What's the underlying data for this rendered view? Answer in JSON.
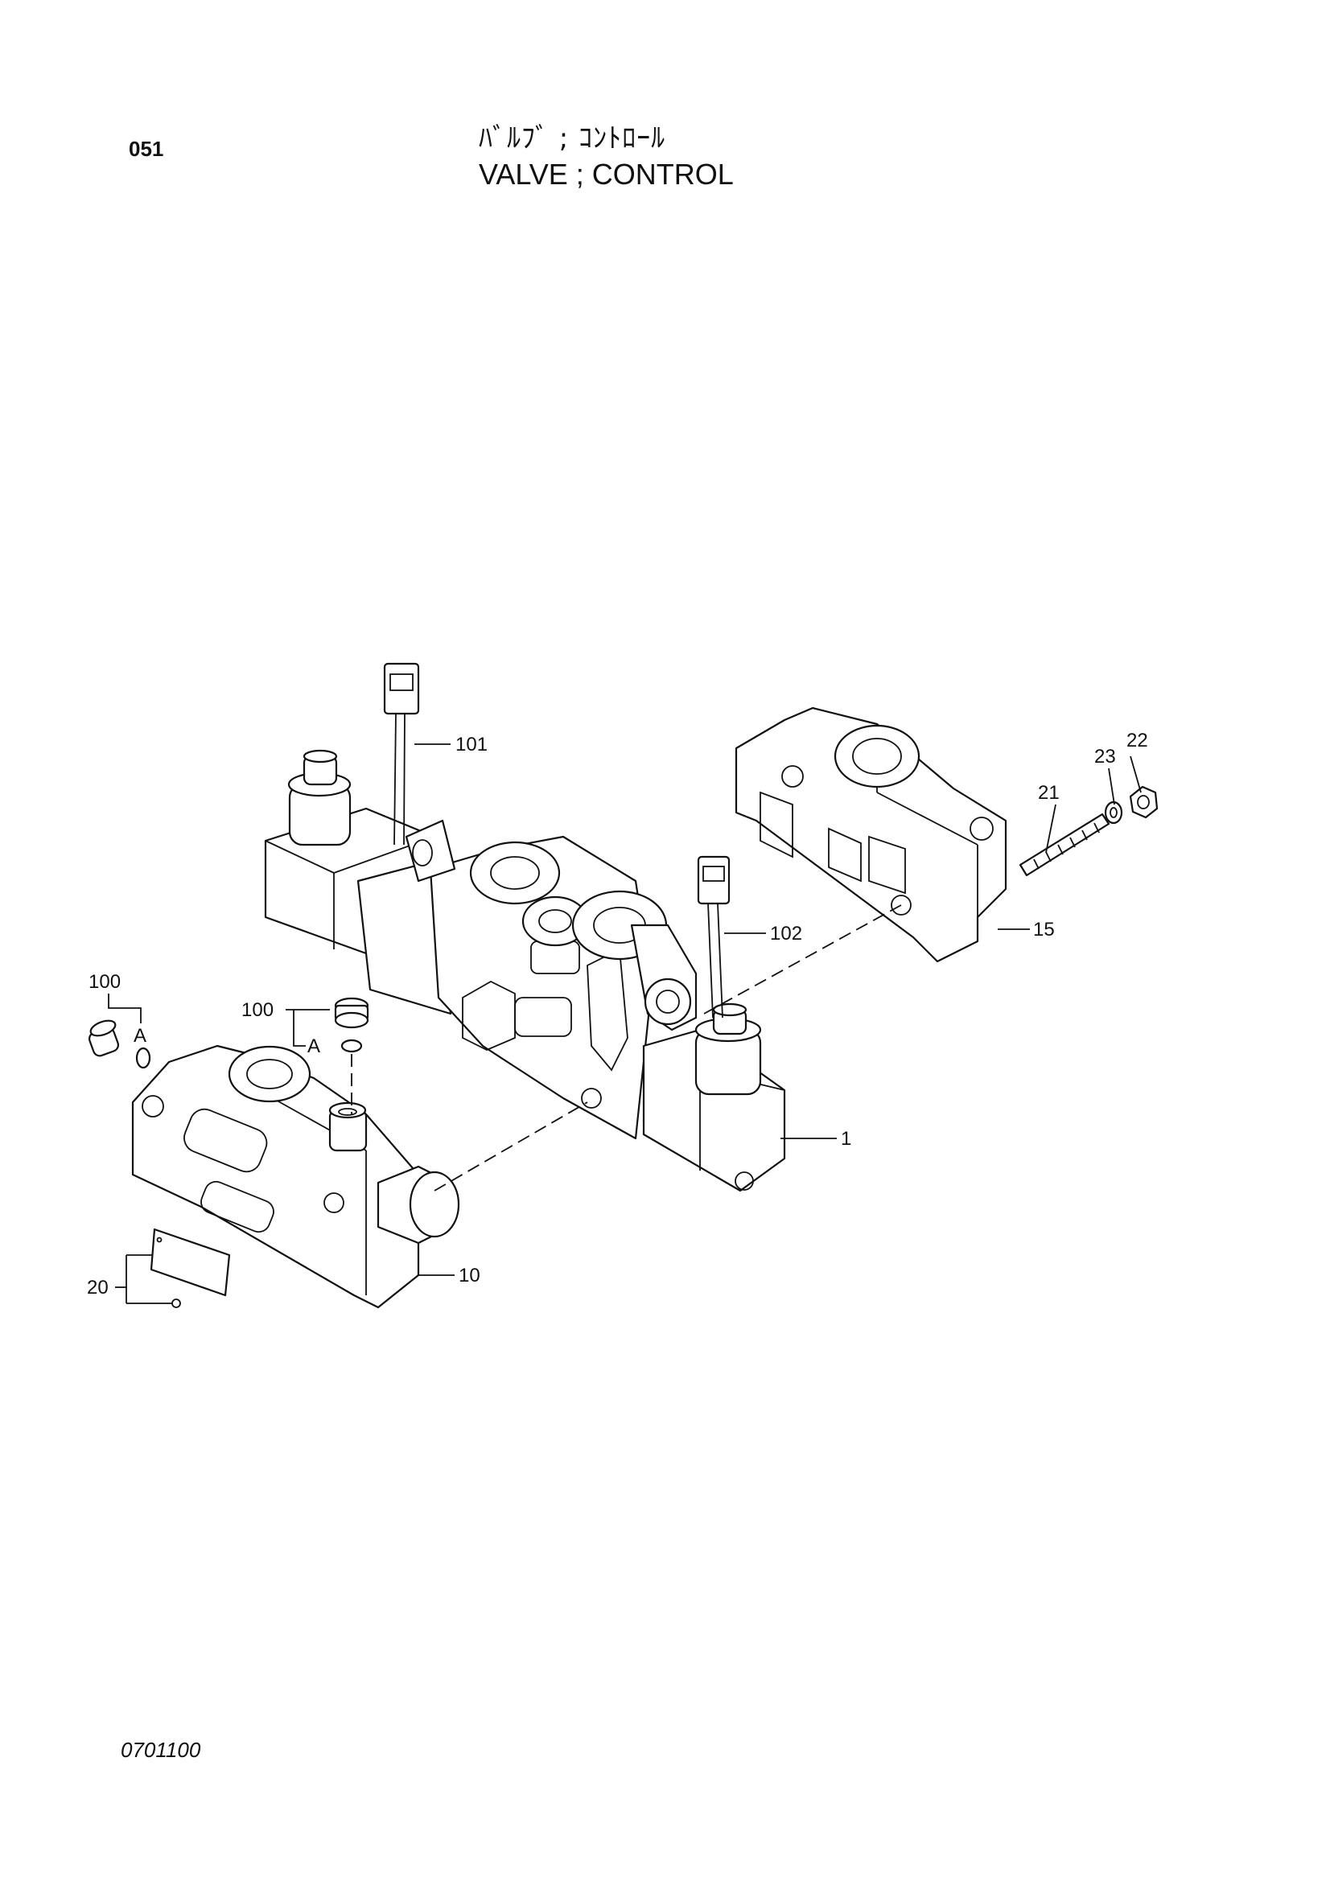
{
  "header": {
    "page_number": "051",
    "title_jp": "ﾊﾞﾙﾌﾞ ; ｺﾝﾄﾛｰﾙ",
    "title_en": "VALVE ; CONTROL"
  },
  "footer": {
    "drawing_code": "0701100"
  },
  "callouts": {
    "c1": "1",
    "c10": "10",
    "c15": "15",
    "c20": "20",
    "c21": "21",
    "c22": "22",
    "c23": "23",
    "c100_left": "100",
    "c100_center": "100",
    "c101": "101",
    "c102": "102",
    "ref_a_left": "A",
    "ref_a_center": "A"
  }
}
